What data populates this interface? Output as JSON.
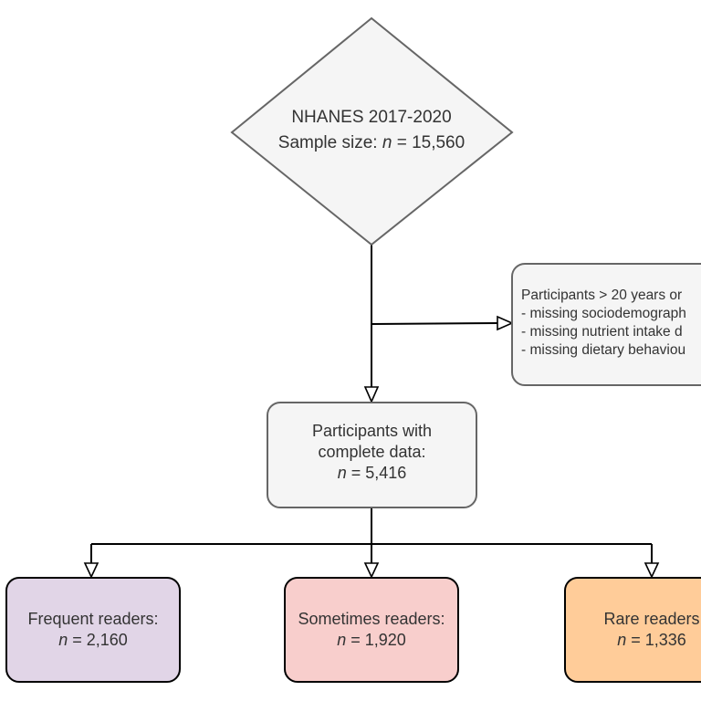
{
  "diagram": {
    "source": {
      "line1": "NHANES 2017-2020",
      "line2_prefix": "Sample size: ",
      "line2_var": "n",
      "line2_value": " = 15,560"
    },
    "exclusion": {
      "lines": [
        "Participants > 20 years or",
        "- missing sociodemograph",
        "- missing nutrient intake d",
        "- missing dietary behaviou"
      ]
    },
    "complete": {
      "line1": "Participants with",
      "line2": "complete data:",
      "var": "n",
      "value": " = 5,416"
    },
    "groups": [
      {
        "label": "Frequent readers:",
        "var": "n",
        "value": " = 2,160",
        "color": "#e1d5e7"
      },
      {
        "label": "Sometimes readers:",
        "var": "n",
        "value": " = 1,920",
        "color": "#f8cecc"
      },
      {
        "label": "Rare readers",
        "var": "n",
        "value": " = 1,336",
        "color": "#ffcc99"
      }
    ],
    "colors": {
      "node_fill": "#f5f5f5",
      "node_stroke": "#666666",
      "edge": "#000000"
    }
  }
}
